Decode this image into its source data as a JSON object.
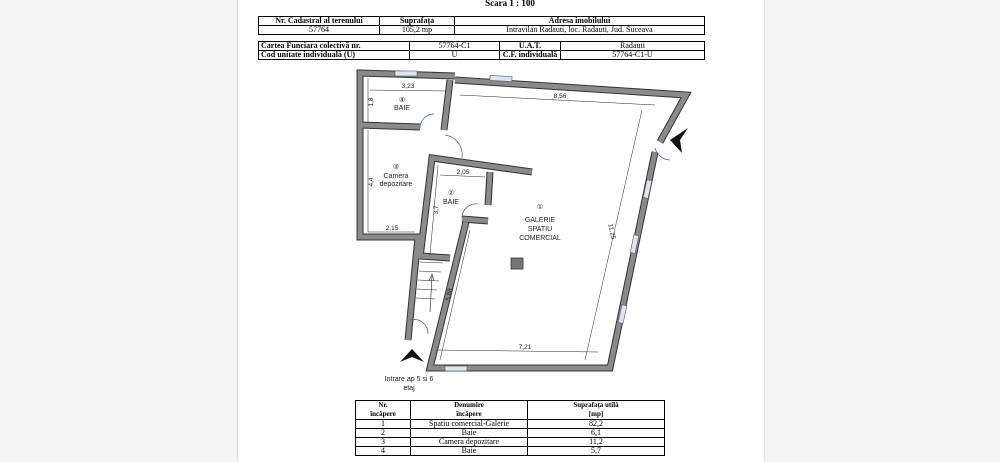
{
  "header": {
    "scale": "Scara 1 : 100"
  },
  "cadastral_table": {
    "headers": [
      "Nr. Cadastral al terenului",
      "Suprafața",
      "Adresa imobilului"
    ],
    "row": [
      "57764",
      "105,2 mp",
      "Intravilan Radauti, loc. Radauti, Jud. Suceava"
    ]
  },
  "cf_table": {
    "row1": [
      "Cartea Funciara colectivă nr.",
      "57764-C1",
      "U.A.T.",
      "Radauti"
    ],
    "row2": [
      "Cod unitate individuală (U)",
      "U",
      "C.F. individuală",
      "57764-C1-U"
    ]
  },
  "plan": {
    "rooms": [
      {
        "number": "①",
        "name1": "GALERIE",
        "name2": "SPATIU",
        "name3": "COMERCIAL"
      },
      {
        "number": "②",
        "name1": "BAIE"
      },
      {
        "number": "③",
        "name1": "Camera",
        "name2": "depozitare"
      },
      {
        "number": "④",
        "name1": "BAIE"
      }
    ],
    "dimensions": [
      "3,23",
      "1,8",
      "8,56",
      "2,05",
      "4,4",
      "3,7",
      "2,15",
      "11,25",
      "5,88",
      "7,21"
    ],
    "entrance_label1": "Intrare ap 5 si 6",
    "entrance_label2": "etaj"
  },
  "rooms_table": {
    "headers": [
      [
        "Nr.",
        "încăpere"
      ],
      [
        "Denumire",
        "încăpere"
      ],
      [
        "Suprafața utilă",
        "[mp]"
      ]
    ],
    "rows": [
      [
        "1",
        "Spatiu comercial-Galerie",
        "82,2"
      ],
      [
        "2",
        "Baie",
        "6,1"
      ],
      [
        "3",
        "Camera depozitare",
        "11,2"
      ],
      [
        "4",
        "Baie",
        "5,7"
      ]
    ]
  }
}
